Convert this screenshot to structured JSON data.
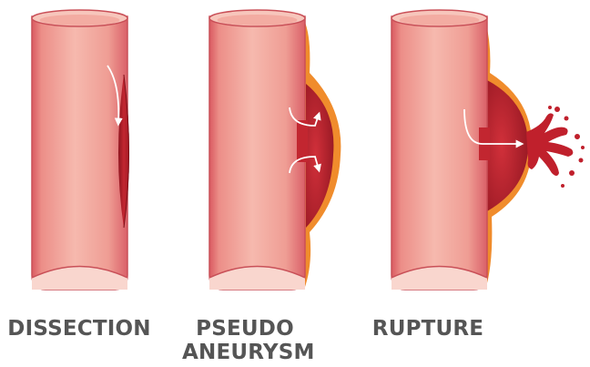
{
  "panels": [
    {
      "id": "dissection",
      "label": "DISSECTION"
    },
    {
      "id": "pseudo-aneurysm",
      "label_line1": "PSEUDO",
      "label_line2": "ANEURYSM"
    },
    {
      "id": "rupture",
      "label": "RUPTURE"
    }
  ],
  "colors": {
    "vessel_light": "#f4b4aa",
    "vessel_mid": "#ea8d86",
    "vessel_edge": "#c64c54",
    "vessel_inner": "#f7c9bf",
    "blood_dark": "#9a1922",
    "blood": "#c82430",
    "adventitia_orange": "#f08c2c",
    "arrow": "#ffffff",
    "caption_text": "#555555"
  }
}
